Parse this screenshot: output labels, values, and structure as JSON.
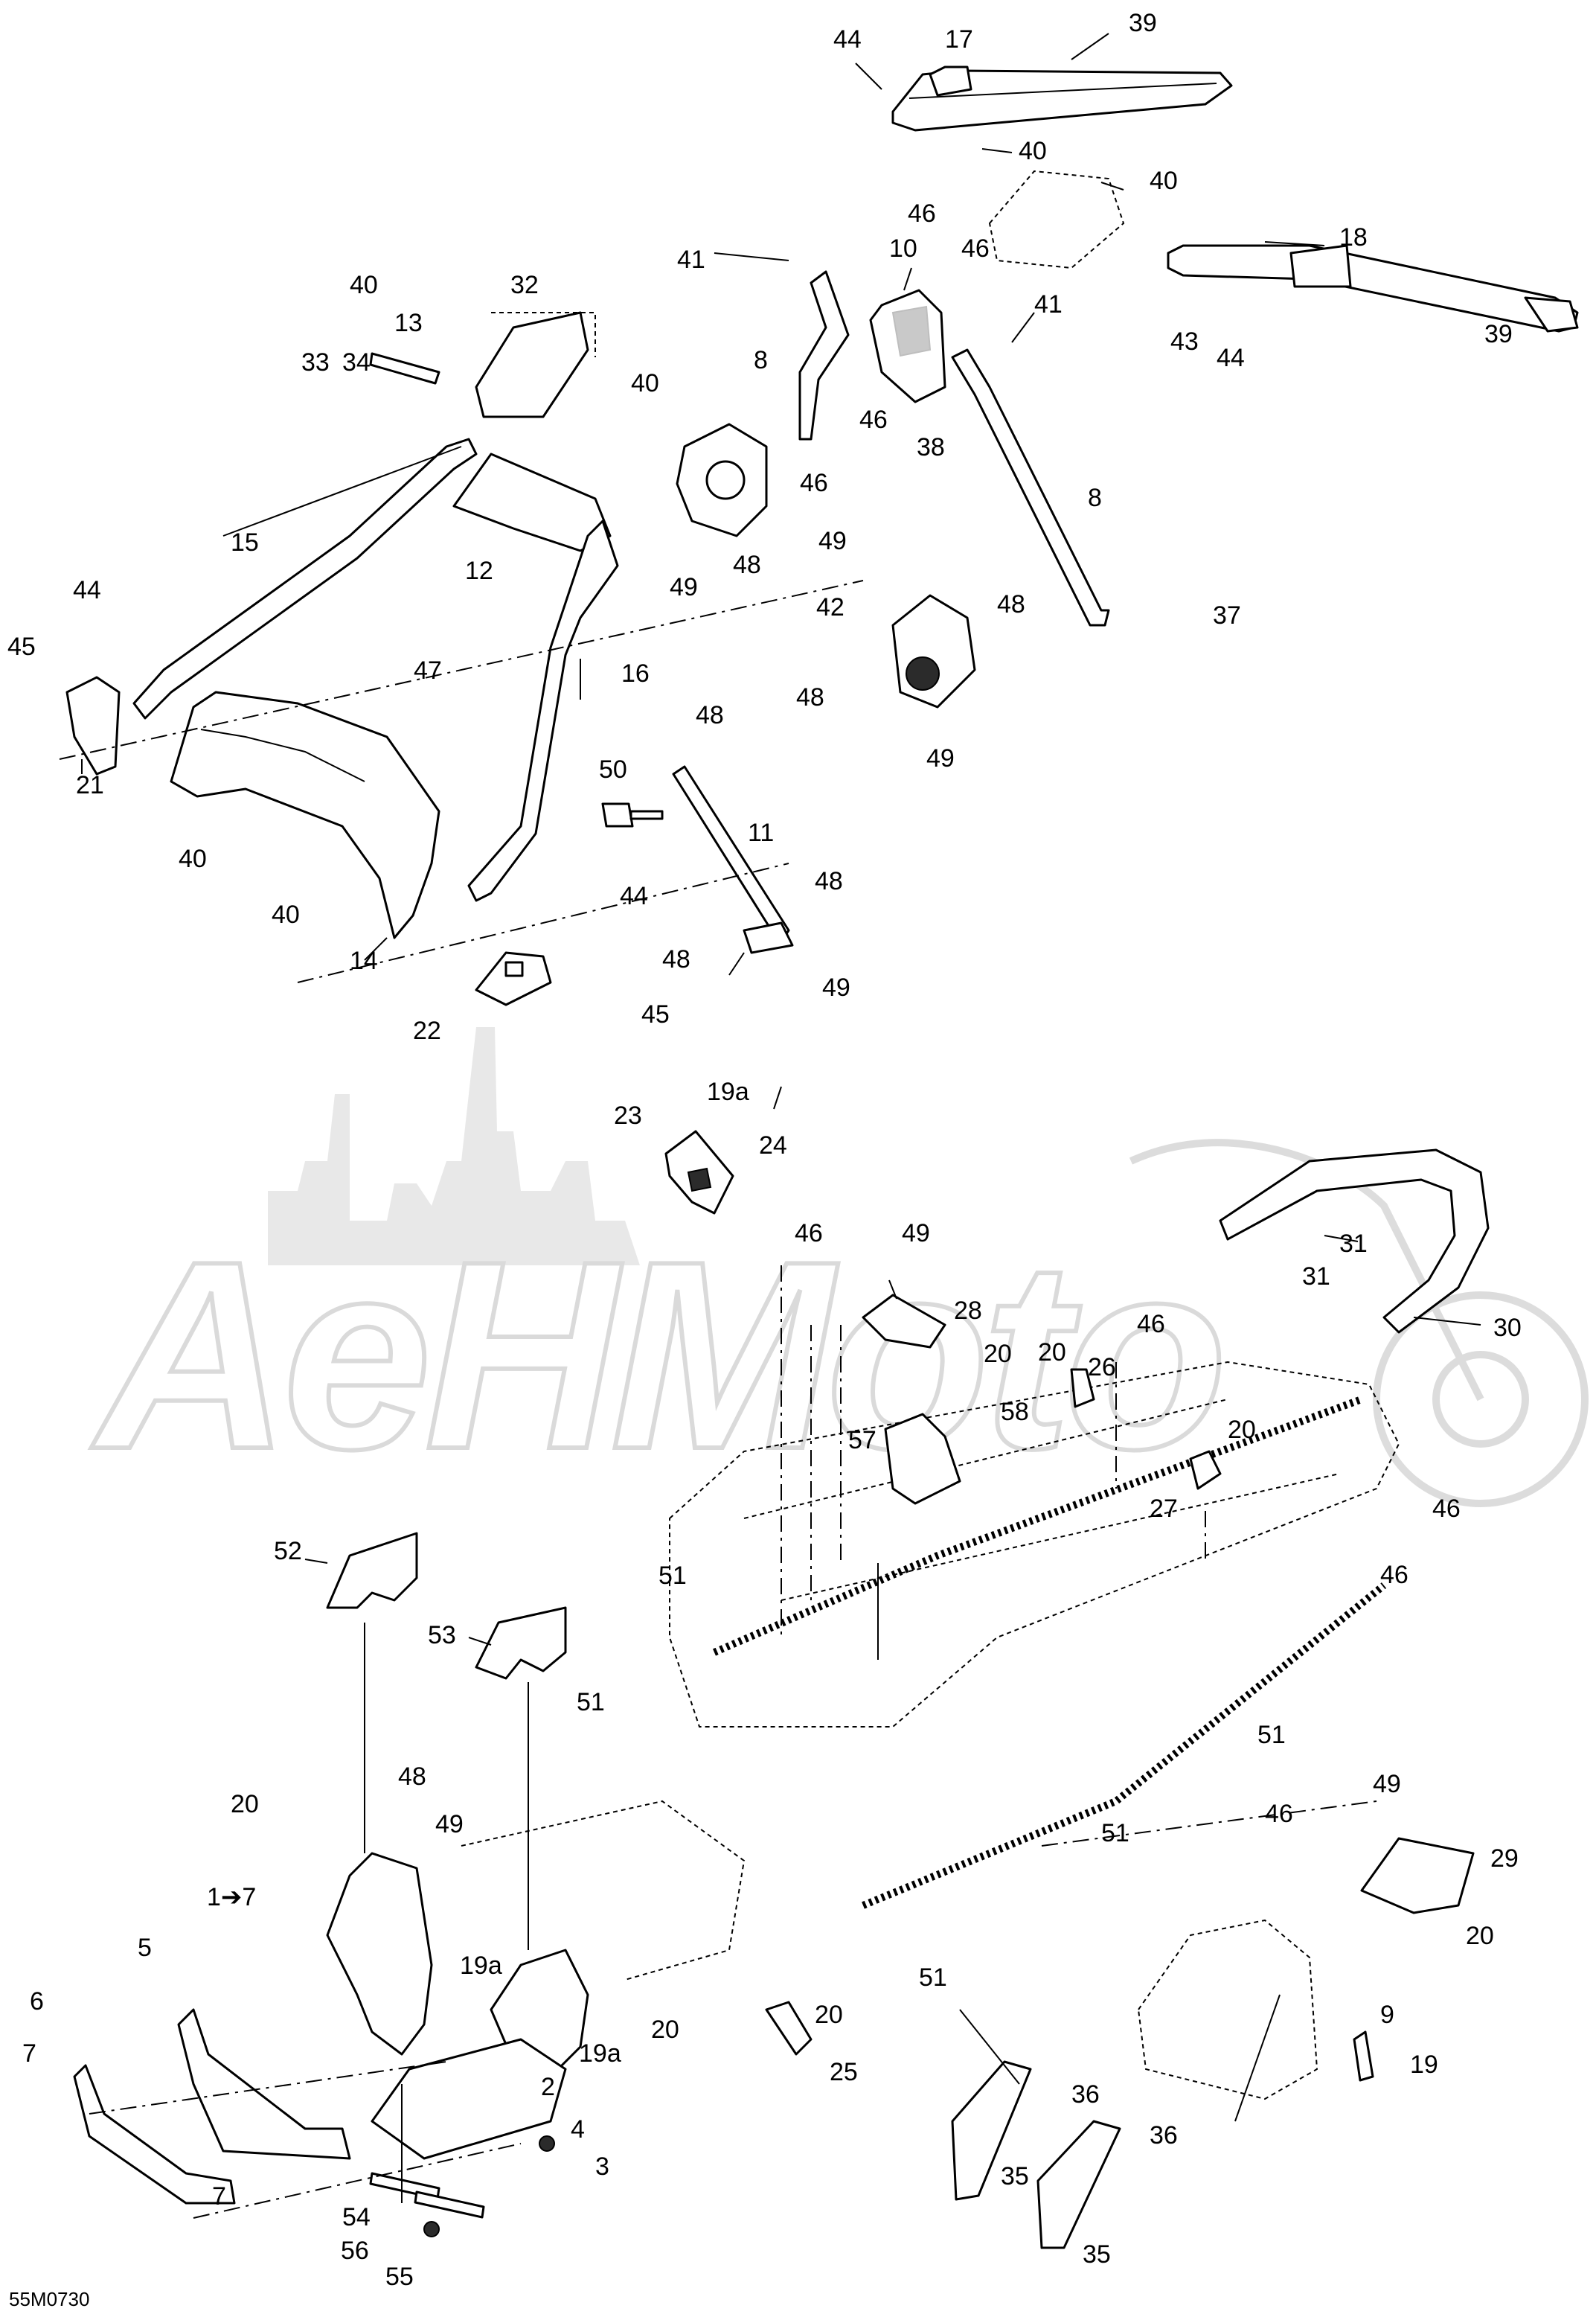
{
  "figure_code": "55M0730",
  "watermark_text": "AeHMoto",
  "labels": [
    {
      "id": "l44a",
      "text": "44"
    },
    {
      "id": "l17",
      "text": "17"
    },
    {
      "id": "l39a",
      "text": "39"
    },
    {
      "id": "l40a",
      "text": "40"
    },
    {
      "id": "l40b",
      "text": "40"
    },
    {
      "id": "l18",
      "text": "18"
    },
    {
      "id": "l43",
      "text": "43"
    },
    {
      "id": "l44b",
      "text": "44"
    },
    {
      "id": "l39b",
      "text": "39"
    },
    {
      "id": "l41a",
      "text": "41"
    },
    {
      "id": "l10",
      "text": "10"
    },
    {
      "id": "l46a",
      "text": "46"
    },
    {
      "id": "l46b",
      "text": "46"
    },
    {
      "id": "l41b",
      "text": "41"
    },
    {
      "id": "l8a",
      "text": "8"
    },
    {
      "id": "l46c",
      "text": "46"
    },
    {
      "id": "l38",
      "text": "38"
    },
    {
      "id": "l46d",
      "text": "46"
    },
    {
      "id": "l8b",
      "text": "8"
    },
    {
      "id": "l48a",
      "text": "48"
    },
    {
      "id": "l49a",
      "text": "49"
    },
    {
      "id": "l49b",
      "text": "49"
    },
    {
      "id": "l42",
      "text": "42"
    },
    {
      "id": "l48b",
      "text": "48"
    },
    {
      "id": "l37",
      "text": "37"
    },
    {
      "id": "l48c",
      "text": "48"
    },
    {
      "id": "l49c",
      "text": "49"
    },
    {
      "id": "l40c",
      "text": "40"
    },
    {
      "id": "l32",
      "text": "32"
    },
    {
      "id": "l13",
      "text": "13"
    },
    {
      "id": "l33",
      "text": "33"
    },
    {
      "id": "l40d",
      "text": "40"
    },
    {
      "id": "l34",
      "text": "34"
    },
    {
      "id": "l15",
      "text": "15"
    },
    {
      "id": "l12",
      "text": "12"
    },
    {
      "id": "l44c",
      "text": "44"
    },
    {
      "id": "l45a",
      "text": "45"
    },
    {
      "id": "l47",
      "text": "47"
    },
    {
      "id": "l16",
      "text": "16"
    },
    {
      "id": "l21",
      "text": "21"
    },
    {
      "id": "l40e",
      "text": "40"
    },
    {
      "id": "l40f",
      "text": "40"
    },
    {
      "id": "l14",
      "text": "14"
    },
    {
      "id": "l44d",
      "text": "44"
    },
    {
      "id": "l22",
      "text": "22"
    },
    {
      "id": "l45b",
      "text": "45"
    },
    {
      "id": "l50",
      "text": "50"
    },
    {
      "id": "l48d",
      "text": "48"
    },
    {
      "id": "l11",
      "text": "11"
    },
    {
      "id": "l48e",
      "text": "48"
    },
    {
      "id": "l48f",
      "text": "48"
    },
    {
      "id": "l49d",
      "text": "49"
    },
    {
      "id": "l19aa",
      "text": "19a"
    },
    {
      "id": "l24",
      "text": "24"
    },
    {
      "id": "l23",
      "text": "23"
    },
    {
      "id": "l31a",
      "text": "31"
    },
    {
      "id": "l31b",
      "text": "31"
    },
    {
      "id": "l30",
      "text": "30"
    },
    {
      "id": "l46e",
      "text": "46"
    },
    {
      "id": "l49e",
      "text": "49"
    },
    {
      "id": "l28",
      "text": "28"
    },
    {
      "id": "l20a",
      "text": "20"
    },
    {
      "id": "l20b",
      "text": "20"
    },
    {
      "id": "l26",
      "text": "26"
    },
    {
      "id": "l46f",
      "text": "46"
    },
    {
      "id": "l57",
      "text": "57"
    },
    {
      "id": "l58",
      "text": "58"
    },
    {
      "id": "l20c",
      "text": "20"
    },
    {
      "id": "l27",
      "text": "27"
    },
    {
      "id": "l46g",
      "text": "46"
    },
    {
      "id": "l46h",
      "text": "46"
    },
    {
      "id": "l52",
      "text": "52"
    },
    {
      "id": "l51a",
      "text": "51"
    },
    {
      "id": "l53",
      "text": "53"
    },
    {
      "id": "l51b",
      "text": "51"
    },
    {
      "id": "l51c",
      "text": "51"
    },
    {
      "id": "l48g",
      "text": "48"
    },
    {
      "id": "l20d",
      "text": "20"
    },
    {
      "id": "l49f",
      "text": "49"
    },
    {
      "id": "l49g",
      "text": "49"
    },
    {
      "id": "l46i",
      "text": "46"
    },
    {
      "id": "l29",
      "text": "29"
    },
    {
      "id": "l51d",
      "text": "51"
    },
    {
      "id": "l17b",
      "text": "1➔7"
    },
    {
      "id": "l20e",
      "text": "20"
    },
    {
      "id": "l5",
      "text": "5"
    },
    {
      "id": "l19ab",
      "text": "19a"
    },
    {
      "id": "l6",
      "text": "6"
    },
    {
      "id": "l51e",
      "text": "51"
    },
    {
      "id": "l20f",
      "text": "20"
    },
    {
      "id": "l20g",
      "text": "20"
    },
    {
      "id": "l9",
      "text": "9"
    },
    {
      "id": "l7a",
      "text": "7"
    },
    {
      "id": "l19ac",
      "text": "19a"
    },
    {
      "id": "l25",
      "text": "25"
    },
    {
      "id": "l19",
      "text": "19"
    },
    {
      "id": "l2",
      "text": "2"
    },
    {
      "id": "l36a",
      "text": "36"
    },
    {
      "id": "l4",
      "text": "4"
    },
    {
      "id": "l3",
      "text": "3"
    },
    {
      "id": "l36b",
      "text": "36"
    },
    {
      "id": "l35a",
      "text": "35"
    },
    {
      "id": "l7b",
      "text": "7"
    },
    {
      "id": "l54",
      "text": "54"
    },
    {
      "id": "l56",
      "text": "56"
    },
    {
      "id": "l35b",
      "text": "35"
    },
    {
      "id": "l55",
      "text": "55"
    }
  ]
}
